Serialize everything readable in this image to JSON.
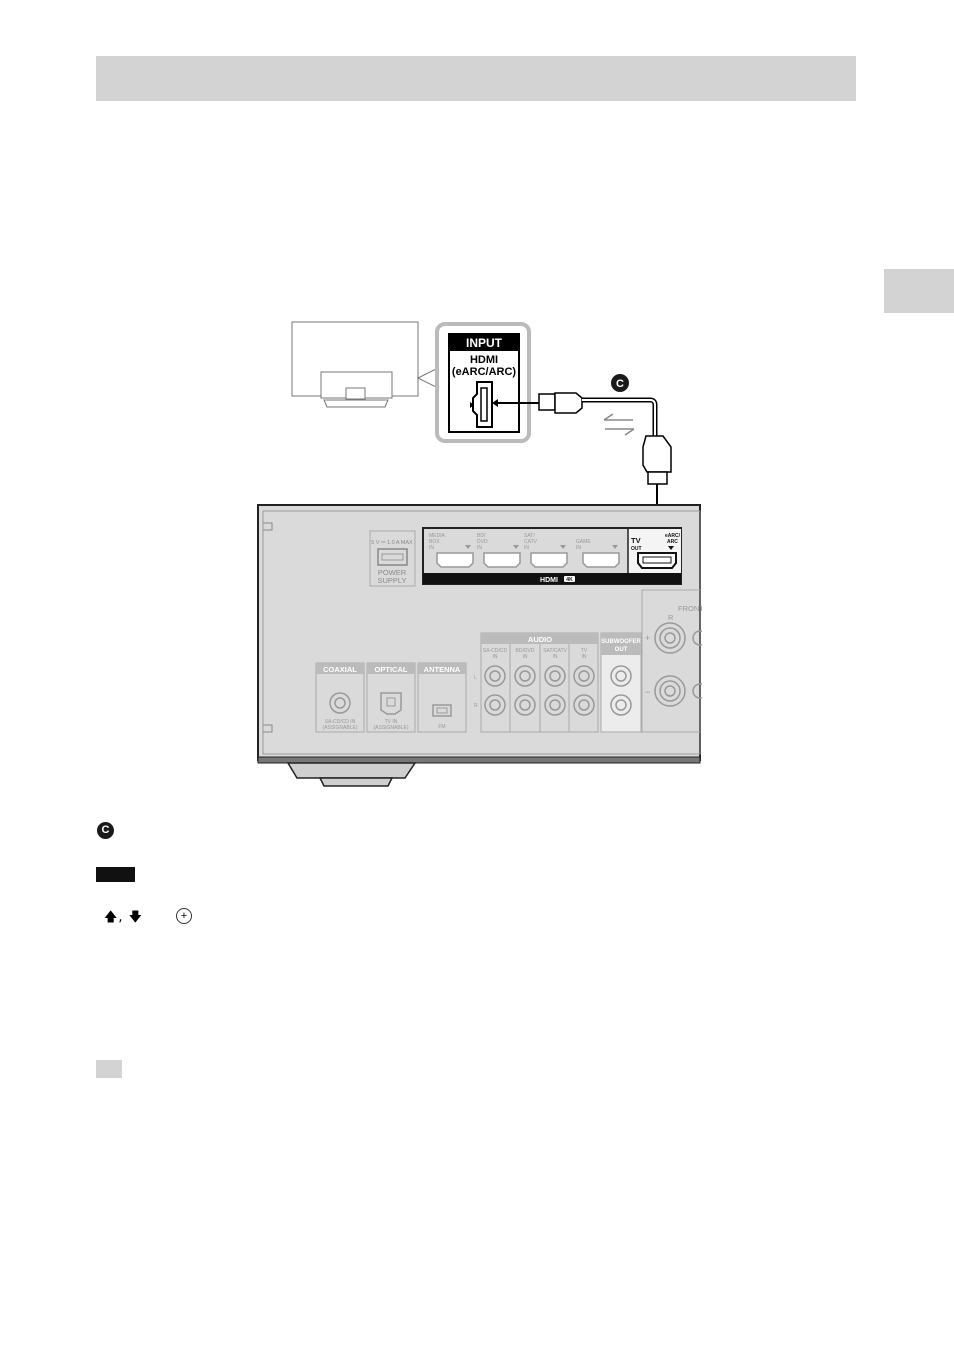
{
  "header": {
    "title": ""
  },
  "side_tab": {
    "label": ""
  },
  "illustration": {
    "tv_panel": {
      "input_label": "INPUT",
      "hdmi_label": "HDMI",
      "earc_label": "(eARC/ARC)"
    },
    "cable_marker": "C",
    "receiver": {
      "power_supply": {
        "rating": "5 V ⎓ 1.0 A MAX",
        "label1": "POWER",
        "label2": "SUPPLY"
      },
      "hdmi_inputs": [
        {
          "line1": "MEDIA",
          "line2": "BOX",
          "line3": "IN"
        },
        {
          "line1": "BD/",
          "line2": "DVD",
          "line3": "IN"
        },
        {
          "line1": "SAT/",
          "line2": "CATV",
          "line3": "IN"
        },
        {
          "line1": "GAME",
          "line2": "",
          "line3": "IN"
        }
      ],
      "hdmi_bar_label": "HDMI",
      "hdmi_4k_badge": "4K",
      "tv_out": {
        "line1": "TV",
        "line2": "OUT",
        "earc1": "eARC/",
        "earc2": "ARC"
      },
      "coaxial": {
        "title": "COAXIAL",
        "caption1": "SA-CD/CD IN",
        "caption2": "(ASSIGNABLE)"
      },
      "optical": {
        "title": "OPTICAL",
        "caption1": "TV IN",
        "caption2": "(ASSIGNABLE)"
      },
      "antenna": {
        "title": "ANTENNA",
        "caption": "FM"
      },
      "audio": {
        "title": "AUDIO",
        "columns": [
          {
            "line1": "SA-CD/CD",
            "line2": "IN"
          },
          {
            "line1": "BD/DVD",
            "line2": "IN"
          },
          {
            "line1": "SAT/CATV",
            "line2": "IN"
          },
          {
            "line1": "TV",
            "line2": "IN"
          }
        ],
        "row_l": "L",
        "row_r": "R"
      },
      "subwoofer": {
        "line1": "SUBWOOFER",
        "line2": "OUT"
      },
      "front": {
        "title": "FRONT",
        "side": "R",
        "plus": "+",
        "minus": "−"
      }
    }
  },
  "body": {
    "cable_marker": "C",
    "arrow_keys": "🡅, 🡇",
    "enter_symbol": "+"
  },
  "colors": {
    "header_gray": "#d3d3d3",
    "receiver_gray": "#d9d9d9",
    "panel_dark": "#1a1a1a"
  }
}
